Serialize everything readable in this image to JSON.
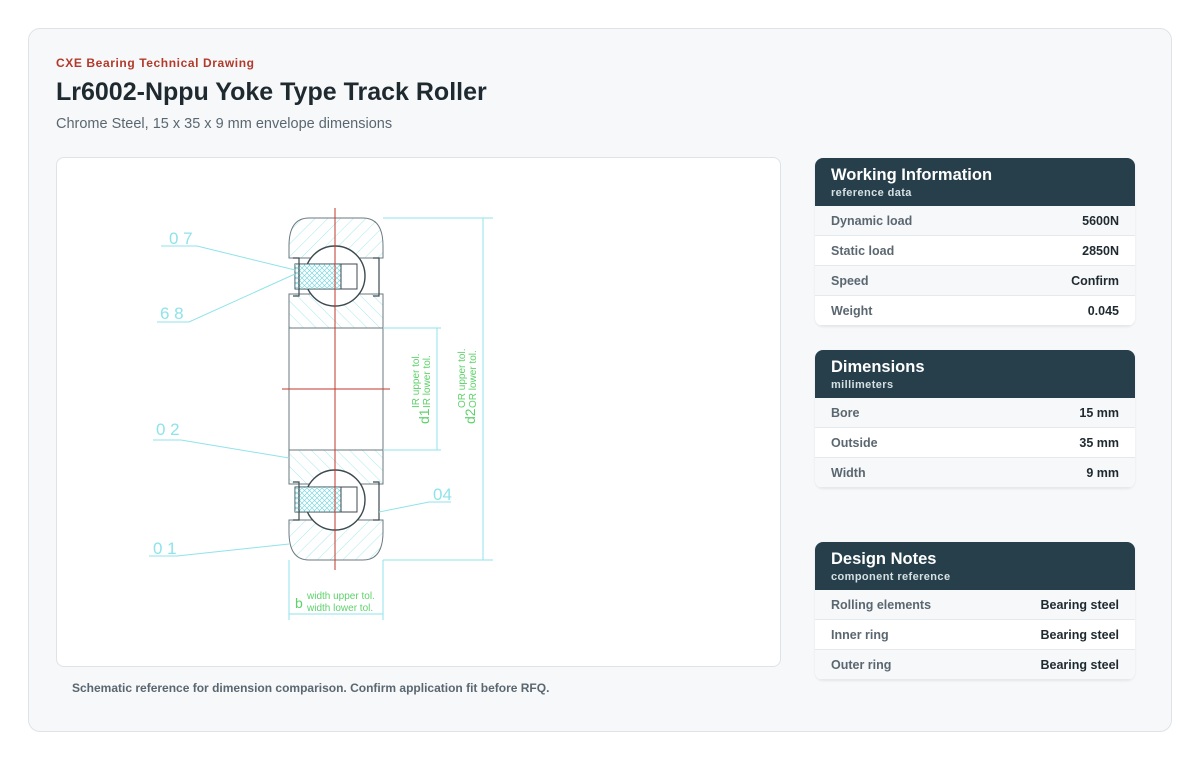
{
  "header": {
    "eyebrow": "CXE Bearing Technical Drawing",
    "title": "Lr6002-Nppu Yoke Type Track Roller",
    "subtitle": "Chrome Steel, 15 x 35 x 9 mm envelope dimensions"
  },
  "drawing": {
    "callouts": [
      "0 7",
      "6 8",
      "0 2",
      "0 1",
      "04"
    ],
    "d1_label": "d1",
    "d1_upper": "IR upper tol.",
    "d1_lower": "IR lower tol.",
    "d2_label": "d2",
    "d2_upper": "OR upper tol.",
    "d2_lower": "OR lower tol.",
    "b_label": "b",
    "b_upper": "width upper tol.",
    "b_lower": "width lower tol.",
    "colors": {
      "outline": "#8fe3ea",
      "dim": "#5ed26a",
      "center": "#c23a2a",
      "hatch": "#a8e8ee"
    }
  },
  "caption": "Schematic reference for dimension comparison. Confirm application fit before RFQ.",
  "working": {
    "title": "Working Information",
    "sub": "reference data",
    "rows": [
      {
        "k": "Dynamic load",
        "v": "5600N"
      },
      {
        "k": "Static load",
        "v": "2850N"
      },
      {
        "k": "Speed",
        "v": "Confirm"
      },
      {
        "k": "Weight",
        "v": "0.045"
      }
    ]
  },
  "dimensions": {
    "title": "Dimensions",
    "sub": "millimeters",
    "rows": [
      {
        "k": "Bore",
        "v": "15 mm"
      },
      {
        "k": "Outside",
        "v": "35 mm"
      },
      {
        "k": "Width",
        "v": "9 mm"
      }
    ]
  },
  "notes": {
    "title": "Design Notes",
    "sub": "component reference",
    "rows": [
      {
        "k": "Rolling elements",
        "v": "Bearing steel"
      },
      {
        "k": "Inner ring",
        "v": "Bearing steel"
      },
      {
        "k": "Outer ring",
        "v": "Bearing steel"
      }
    ]
  }
}
